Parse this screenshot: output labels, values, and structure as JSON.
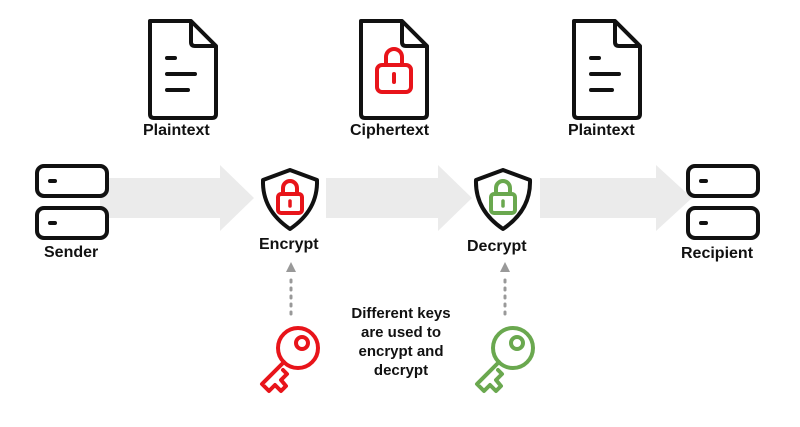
{
  "documents": [
    {
      "label": "Plaintext"
    },
    {
      "label": "Ciphertext"
    },
    {
      "label": "Plaintext"
    }
  ],
  "endpoints": {
    "sender": "Sender",
    "recipient": "Recipient"
  },
  "steps": {
    "encrypt": "Encrypt",
    "decrypt": "Decrypt"
  },
  "note": {
    "lines": [
      "Different keys",
      "are used to",
      "encrypt and",
      "decrypt"
    ]
  },
  "colors": {
    "encrypt": "#e8141a",
    "decrypt": "#6aa84f",
    "arrow": "#ebebeb",
    "stroke": "#111111",
    "dots": "#999999"
  }
}
